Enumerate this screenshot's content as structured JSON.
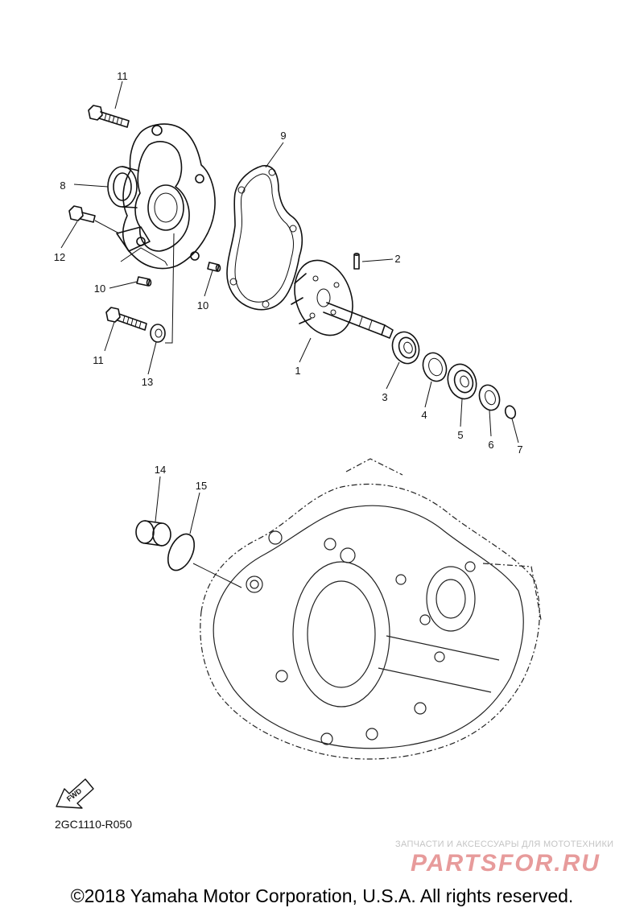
{
  "diagram": {
    "callouts": [
      {
        "id": "11a",
        "label": "11"
      },
      {
        "id": "9",
        "label": "9"
      },
      {
        "id": "8",
        "label": "8"
      },
      {
        "id": "12",
        "label": "12"
      },
      {
        "id": "2",
        "label": "2"
      },
      {
        "id": "10a",
        "label": "10"
      },
      {
        "id": "10b",
        "label": "10"
      },
      {
        "id": "1",
        "label": "1"
      },
      {
        "id": "11b",
        "label": "11"
      },
      {
        "id": "13",
        "label": "13"
      },
      {
        "id": "3",
        "label": "3"
      },
      {
        "id": "4",
        "label": "4"
      },
      {
        "id": "5",
        "label": "5"
      },
      {
        "id": "6",
        "label": "6"
      },
      {
        "id": "7",
        "label": "7"
      },
      {
        "id": "14",
        "label": "14"
      },
      {
        "id": "15",
        "label": "15"
      }
    ],
    "fwd_label": "FWD",
    "diagram_code": "2GC1110-R050"
  },
  "watermark": {
    "tagline": "ЗАПЧАСТИ И АКСЕССУАРЫ ДЛЯ МОТОТЕХНИКИ",
    "logo_text": "PARTSFOR.RU",
    "color": "#e07a7a"
  },
  "footer": {
    "copyright": "©2018 Yamaha Motor Corporation, U.S.A. All rights reserved."
  }
}
